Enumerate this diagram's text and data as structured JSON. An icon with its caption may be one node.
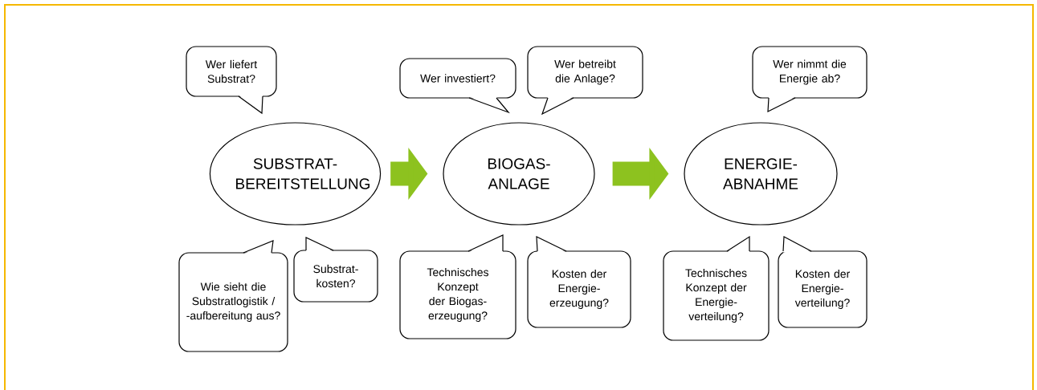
{
  "diagram": {
    "nodes": [
      {
        "text": [
          "Wer liefert Substrat?"
        ]
      },
      {
        "text": [
          "Wer investiert?"
        ]
      },
      {
        "text": [
          "Wer betreibt die Anlage?"
        ]
      },
      {
        "text": [
          "Wer nimmt die Energie ab?"
        ]
      },
      {
        "text": [
          "SUBSTRAT-BEREITSTELLUNG"
        ]
      },
      {
        "text": [
          "BIOGAS-ANLAGE"
        ]
      },
      {
        "text": [
          "ENERGIE-ABNAHME"
        ]
      },
      {
        "text": [
          "Wie sieht die Substratlogistik / -aufbereitung aus?"
        ]
      },
      {
        "text": [
          "Substrat-kosten?"
        ]
      },
      {
        "text": [
          "Technisches Konzept der Biogas-erzeugung?"
        ]
      },
      {
        "text": [
          "Kosten der Energie-erzeugung?"
        ]
      },
      {
        "text": [
          "Technisches Konzept der Energie-verteilung?"
        ]
      },
      {
        "text": [
          "Kosten der Energie-verteilung?"
        ]
      }
    ],
    "edges": [
      {
        "from": 4,
        "to": 5,
        "arrow": "to"
      },
      {
        "from": 5,
        "to": 6,
        "arrow": "to"
      }
    ]
  }
}
